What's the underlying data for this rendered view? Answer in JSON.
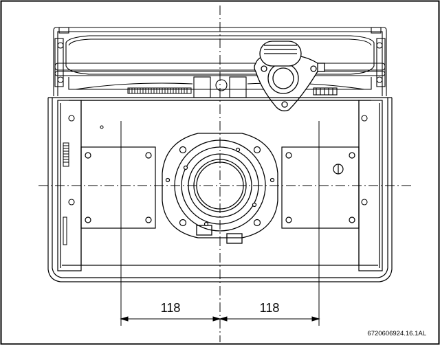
{
  "drawing": {
    "dimension_left": "118",
    "dimension_right": "118",
    "reference_code": "6720606924.16.1AL",
    "line_color": "#000000",
    "background_color": "#ffffff"
  }
}
